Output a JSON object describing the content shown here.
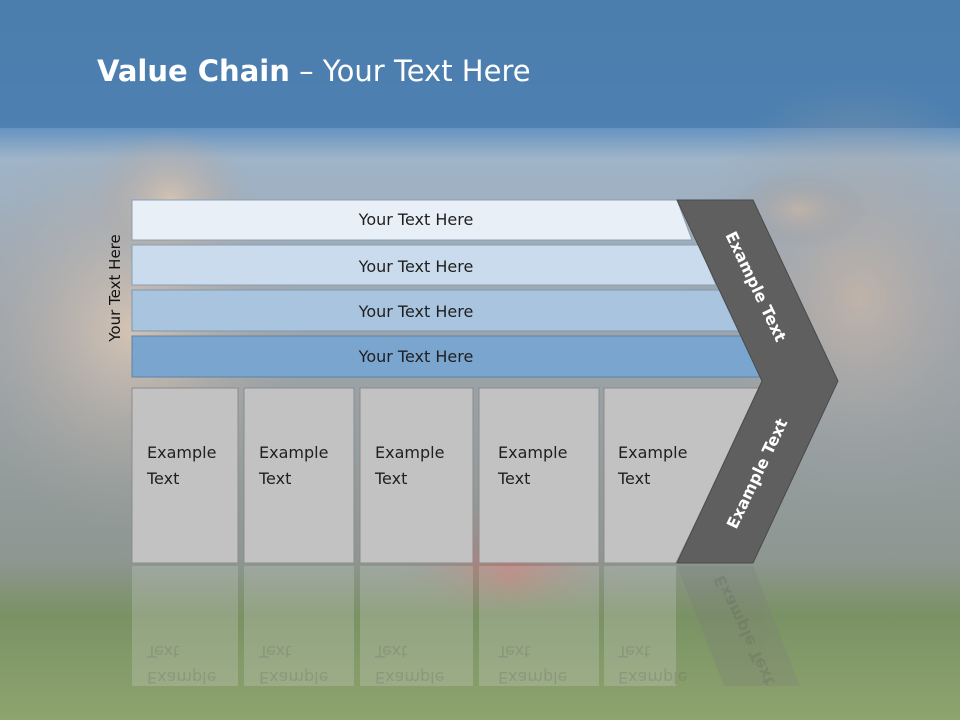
{
  "title": {
    "bold": "Value Chain",
    "rest": " – Your Text Here"
  },
  "side_label": "Your Text Here",
  "bars": [
    {
      "label": "Your Text Here"
    },
    {
      "label": "Your Text Here"
    },
    {
      "label": "Your Text Here"
    },
    {
      "label": "Your Text Here"
    }
  ],
  "boxes": [
    {
      "line1": "Example",
      "line2": "Text"
    },
    {
      "line1": "Example",
      "line2": "Text"
    },
    {
      "line1": "Example",
      "line2": "Text"
    },
    {
      "line1": "Example",
      "line2": "Text"
    },
    {
      "line1": "Example",
      "line2": "Text"
    }
  ],
  "chevron": {
    "upper": "Example Text",
    "lower": "Example Text"
  },
  "colors": {
    "header": "#4d7fae",
    "bar1": "#e8eff7",
    "bar2": "#c9dbec",
    "bar3": "#a9c4df",
    "bar4": "#7aa5cf",
    "box": "#c2c2c2",
    "chevron": "#5f5f5f"
  }
}
